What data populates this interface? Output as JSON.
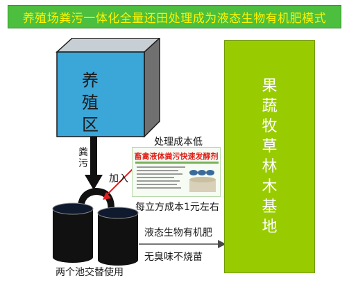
{
  "title": "养殖场粪污一体化全量还田处理成为液态生物有机肥模式",
  "source": {
    "label": "养殖区",
    "chars": [
      "养",
      "殖",
      "区"
    ]
  },
  "waste_label": "粪污",
  "add_label": "加入",
  "product": {
    "caption_top": "处理成本低",
    "name": "畜禽液体粪污快速发酵剂",
    "caption_bottom": "每立方成本1元左右"
  },
  "tanks_label": "两个池交替使用",
  "output": {
    "line1": "液态生物有机肥",
    "line2": "无臭味不烧苗"
  },
  "destination": {
    "label": "果蔬牧草林木基地",
    "chars": [
      "果",
      "蔬",
      "牧",
      "草",
      "林",
      "木",
      "基",
      "地"
    ]
  },
  "colors": {
    "title_bg": "#4cbf3e",
    "title_text": "#fff200",
    "base_bg": "#99cc00",
    "cube_front": "#3ba6d8",
    "product_title": "#e0201a"
  }
}
